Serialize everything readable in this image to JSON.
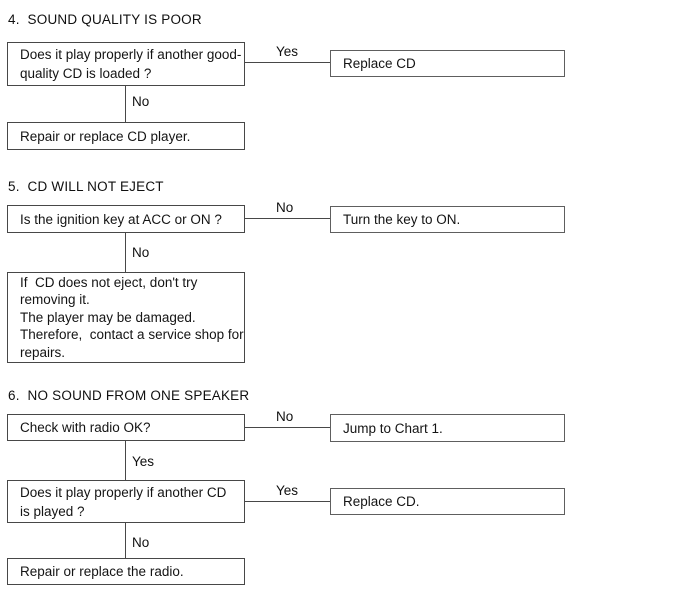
{
  "colors": {
    "background": "#ffffff",
    "box_border": "#474747",
    "right_box_border": "#5e5e5e",
    "text": "#141414",
    "connector_line": "#474747"
  },
  "sections": [
    {
      "title": "4.  SOUND QUALITY IS POOR",
      "decision": {
        "lines": [
          "Does it play properly if another good-",
          "quality CD is loaded ?"
        ]
      },
      "side_branch": {
        "label": "Yes",
        "action": "Replace CD"
      },
      "down_branch": {
        "label": "No"
      },
      "result": {
        "lines": [
          "Repair or replace CD player."
        ]
      }
    },
    {
      "title": "5.  CD WILL NOT EJECT",
      "decision": {
        "lines": [
          "Is the ignition key at ACC or ON ?"
        ]
      },
      "side_branch": {
        "label": "No",
        "action": "Turn the key to ON."
      },
      "down_branch": {
        "label": "No"
      },
      "result": {
        "lines": [
          "If  CD does not eject, don't try",
          "removing it.",
          "The player may be damaged.",
          "Therefore,  contact a service shop for",
          "repairs."
        ]
      }
    },
    {
      "title": "6.  NO SOUND FROM ONE SPEAKER",
      "decision1": {
        "lines": [
          "Check with radio OK?"
        ]
      },
      "side_branch1": {
        "label": "No",
        "action": "Jump to Chart 1."
      },
      "down_branch1": {
        "label": "Yes"
      },
      "decision2": {
        "lines": [
          "Does it play properly if another CD",
          "is played ?"
        ]
      },
      "side_branch2": {
        "label": "Yes",
        "action": "Replace CD."
      },
      "down_branch2": {
        "label": "No"
      },
      "result": {
        "lines": [
          "Repair or replace the radio."
        ]
      }
    }
  ]
}
